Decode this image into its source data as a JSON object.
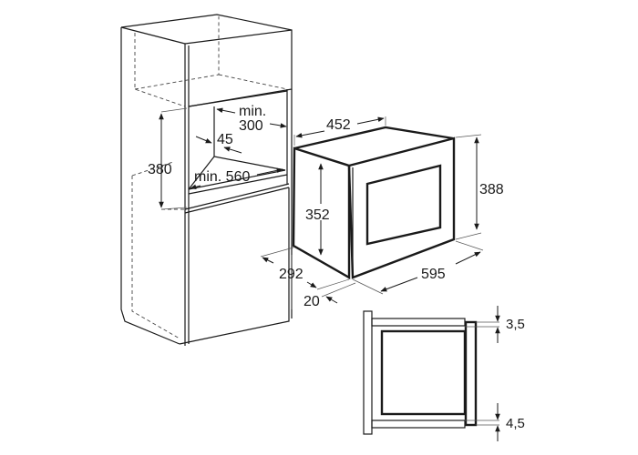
{
  "dimensions": {
    "niche_height": "380",
    "niche_depth_min_word": "min.",
    "niche_depth_min_value": "300",
    "niche_offset": "45",
    "niche_width": "min. 560",
    "oven_depth": "452",
    "oven_front_height": "388",
    "oven_body_height": "352",
    "oven_width": "595",
    "oven_body_depth": "292",
    "frame_thickness": "20",
    "gap_top": "3,5",
    "gap_bottom": "4,5"
  },
  "colors": {
    "line": "#1a1a1a",
    "background": "#ffffff"
  }
}
